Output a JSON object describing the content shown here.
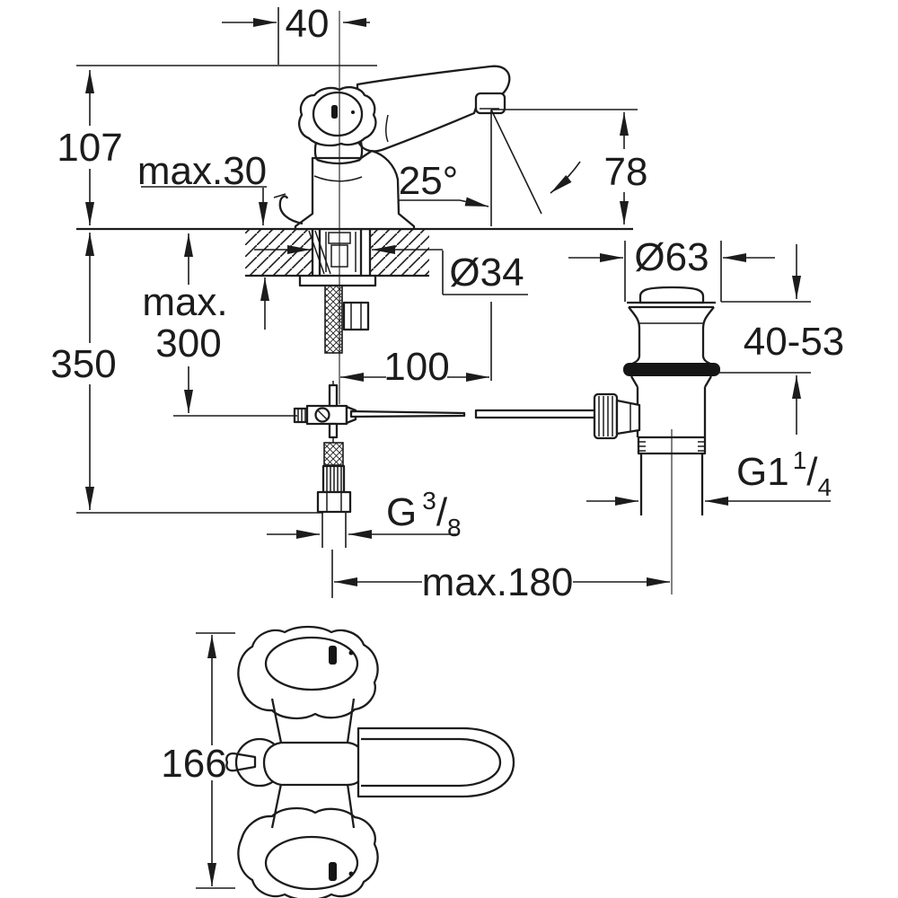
{
  "drawing": {
    "kind": "technical dimension drawing",
    "subject": "basin mixer tap with pop-up waste, side installation view and top view"
  },
  "labels": {
    "spout_offset": "40",
    "height_to_handle": "107",
    "deck_thickness": "max.30",
    "outlet_height": "78",
    "spout_angle": "25°",
    "tap_hole_dia": "Ø34",
    "hose_reach_line1": "max.",
    "hose_reach_line2": "300",
    "depth_below_deck": "350",
    "hose_offset": "100",
    "waste_flange_dia": "Ø63",
    "waste_deck_range": "40-53",
    "max_center_distance": "max.180",
    "top_view_height": "166",
    "waste_thread": {
      "base": "G1",
      "sup": "1",
      "slash": "/",
      "sub": "4"
    },
    "supply_thread": {
      "base": "G",
      "sup": "3",
      "slash": "/",
      "sub": "8"
    }
  },
  "colors": {
    "line": "#1c1c1c",
    "background": "#ffffff",
    "seal": "#151515"
  }
}
